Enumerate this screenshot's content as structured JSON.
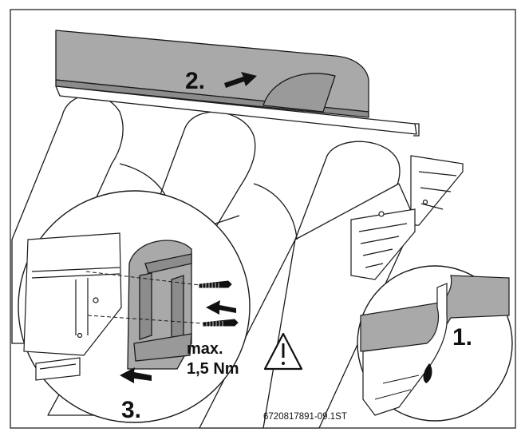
{
  "steps": {
    "step1": "1.",
    "step2": "2.",
    "step3": "3."
  },
  "torque": {
    "line1": "max.",
    "line2": "1,5 Nm"
  },
  "figure_code": "6720817891-09.1ST",
  "icons": {
    "warning": "warning-triangle-icon",
    "arrow": "arrow-icon"
  },
  "colors": {
    "cover": "#a9a9a9",
    "cover_dark": "#8c8c8c",
    "line": "#1a1a1a",
    "paper": "#ffffff"
  }
}
